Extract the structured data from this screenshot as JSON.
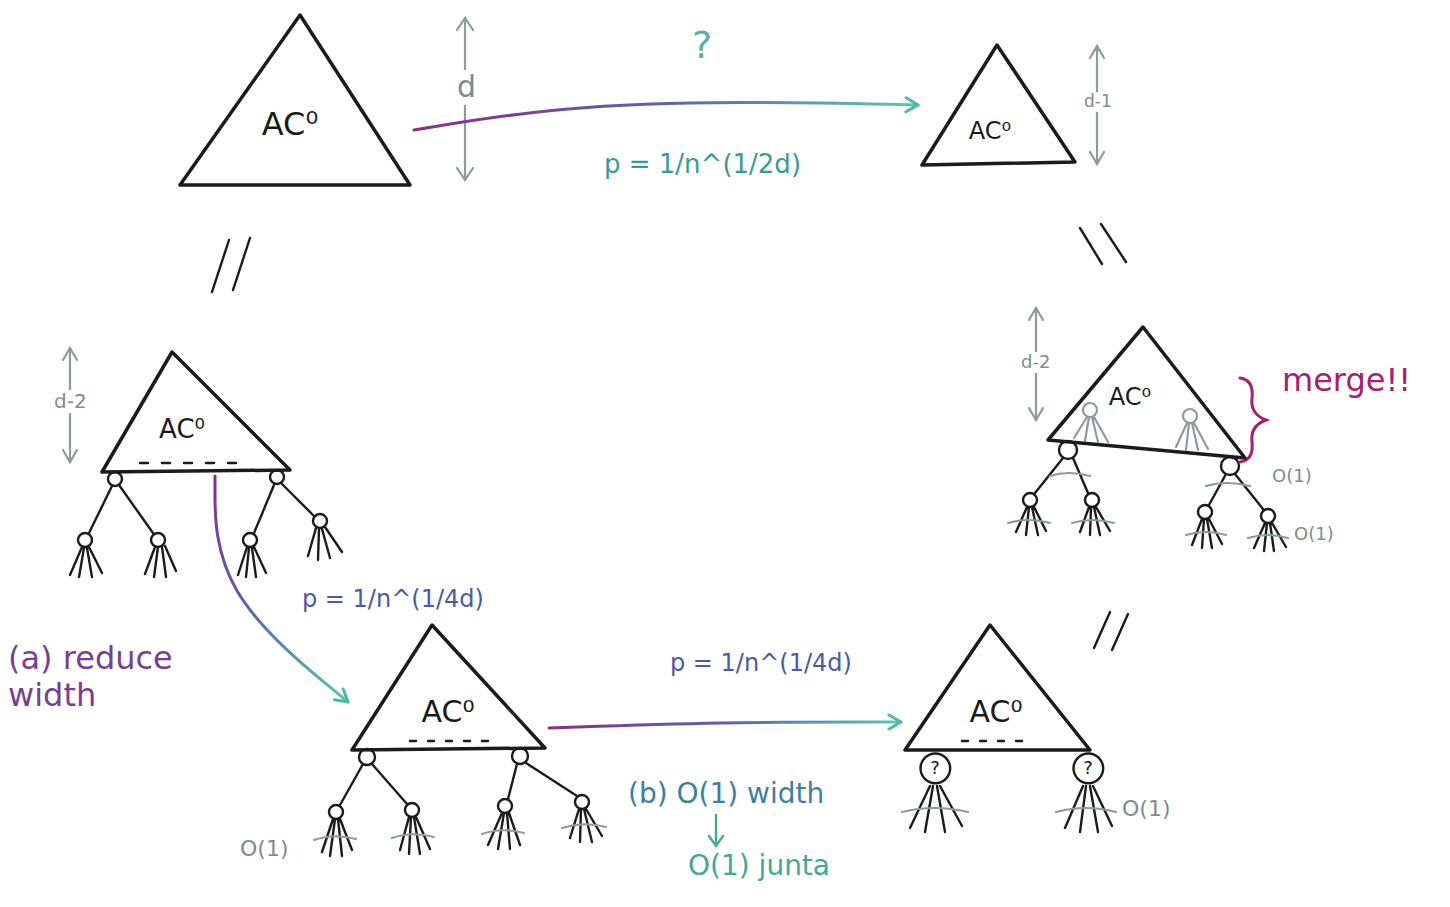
{
  "diagram": {
    "nodes": [
      {
        "text": [
          "AC⁰"
        ]
      },
      {
        "text": [
          "AC⁰"
        ]
      },
      {
        "text": [
          "AC⁰"
        ]
      },
      {
        "text": [
          "AC⁰"
        ]
      },
      {
        "text": [
          "AC⁰"
        ]
      },
      {
        "text": [
          "AC⁰"
        ]
      },
      {
        "text": [
          "?"
        ]
      },
      {
        "text": [
          "?"
        ]
      }
    ],
    "edges": [
      {
        "from": 0,
        "to": 1,
        "arrow": "to",
        "label": "?"
      },
      {
        "from": 2,
        "to": 4,
        "arrow": "to",
        "label": "p = 1/n^(1/4d)"
      },
      {
        "from": 4,
        "to": 5,
        "arrow": "to",
        "label": "p = 1/n^(1/4d)"
      }
    ],
    "labels": [
      "d",
      "p = 1/n^(1/2d)",
      "d-1",
      "d-2",
      "d-2",
      "merge!!",
      "O(1)",
      "O(1)",
      "(a) reduce width",
      "O(1)",
      "(b) O(1) width",
      "O(1) junta",
      "O(1)"
    ]
  }
}
